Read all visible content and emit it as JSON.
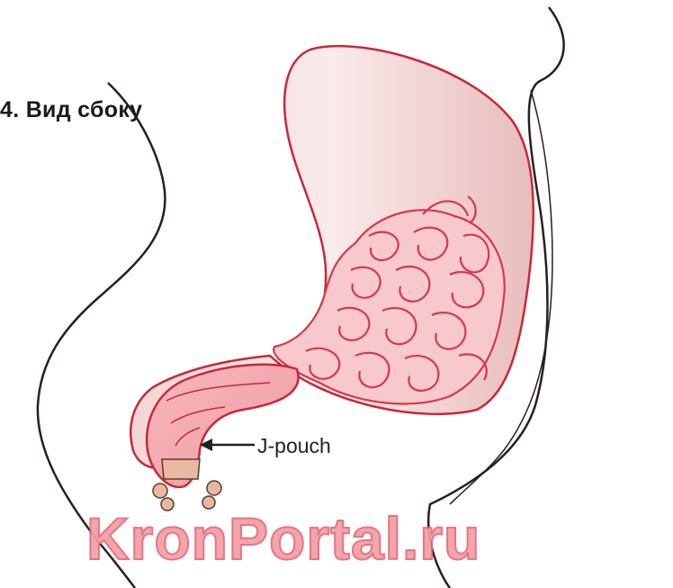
{
  "figure": {
    "caption": "4. Вид сбоку",
    "pointer_label": "J-pouch"
  },
  "watermark": {
    "text": "KronPortal.ru",
    "color": "#f59da6"
  },
  "colors": {
    "body_outline": "#2a1e1e",
    "organ_outline": "#c8283a",
    "organ_fill": "#f6dede",
    "intestine_fill": "#f8c9cc",
    "intestine_line": "#d63848"
  }
}
